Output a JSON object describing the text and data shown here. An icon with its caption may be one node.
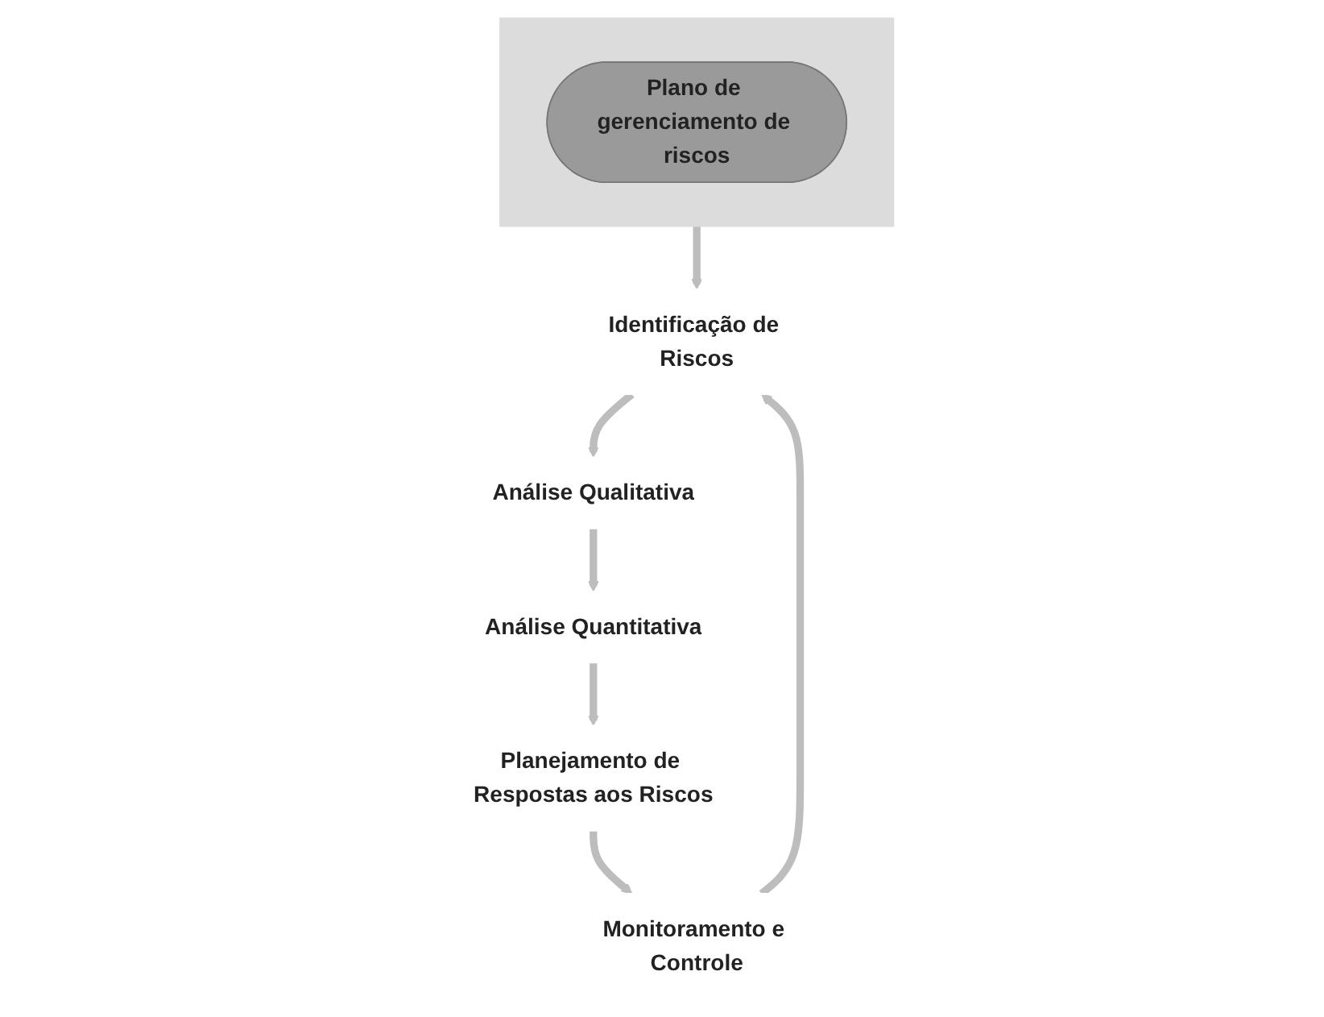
{
  "diagram": {
    "nodes": [
      {
        "text": [
          "Análise Quantitativa"
        ]
      },
      {
        "text": [
          "Planejamento de Respostas aos Riscos"
        ]
      },
      {
        "text": [],
        "shape": "box"
      },
      {
        "text": [
          "Plano de gerenciamento de riscos"
        ],
        "in": 2
      },
      {
        "text": [
          "Análise Qualitativa"
        ]
      },
      {
        "text": [
          "Monitoramento e Controle"
        ]
      },
      {
        "text": [
          "Identificação de Riscos"
        ]
      }
    ],
    "edges": [
      {
        "from": 6,
        "to": 4,
        "arrow": "to"
      },
      {
        "from": 4,
        "to": 0,
        "arrow": "to"
      },
      {
        "from": 0,
        "to": 1,
        "arrow": "to"
      },
      {
        "from": 1,
        "to": 5,
        "arrow": "to"
      },
      {
        "from": 5,
        "to": 6,
        "arrow": "to"
      },
      {
        "from": 2,
        "to": 6,
        "arrow": "to"
      }
    ]
  }
}
